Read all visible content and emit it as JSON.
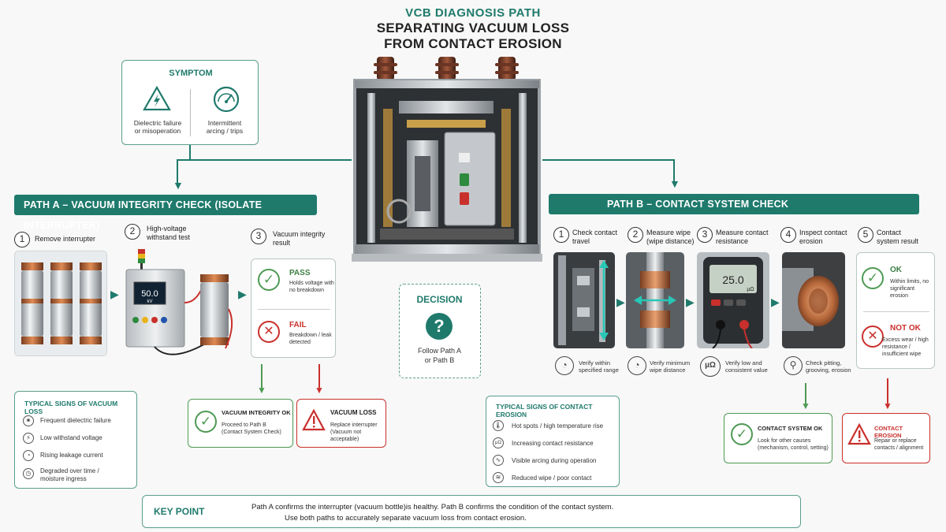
{
  "title": {
    "top": "VCB DIAGNOSIS PATH",
    "line1": "SEPARATING VACUUM LOSS",
    "line2": "FROM CONTACT EROSION"
  },
  "symptom": {
    "header": "SYMPTOM",
    "left_line1": "Dielectric failure",
    "left_line2": "or misoperation",
    "right_line1": "Intermittent",
    "right_line2": "arcing / trips"
  },
  "path_a": {
    "banner": "PATH A – VACUUM INTEGRITY CHECK (ISOLATE INTERRUPTER)",
    "step1_num": "1",
    "step1_label": "Remove interrupter",
    "step2_num": "2",
    "step2_label": "High-voltage withstand test",
    "step3_num": "3",
    "step3_label": "Vacuum integrity result",
    "meter_value": "50.0",
    "meter_unit": "kV",
    "pass_title": "PASS",
    "pass_desc": "Holds voltage with no breakdown",
    "fail_title": "FAIL",
    "fail_desc": "Breakdown / leak detected",
    "ok_title": "VACUUM INTEGRITY OK",
    "ok_desc1": "Proceed to Path B",
    "ok_desc2": "(Contact System Check)",
    "loss_title": "VACUUM LOSS",
    "loss_desc1": "Replace interrupter",
    "loss_desc2": "(Vacuum not acceptable)"
  },
  "signs_vacuum": {
    "header": "TYPICAL SIGNS OF VACUUM LOSS",
    "items": [
      "Frequent dielectric failure",
      "Low withstand voltage",
      "Rising leakage current",
      "Degraded over time / moisture ingress"
    ]
  },
  "decision": {
    "header": "DECISION",
    "line1": "Follow Path A",
    "line2": "or Path B"
  },
  "path_b": {
    "banner": "PATH B – CONTACT SYSTEM CHECK",
    "steps": [
      {
        "num": "1",
        "label": "Check contact travel",
        "note": "Verify within specified range"
      },
      {
        "num": "2",
        "label": "Measure wipe (wipe distance)",
        "note": "Verify minimum wipe distance"
      },
      {
        "num": "3",
        "label": "Measure contact resistance",
        "note": "Verify low and consistent value"
      },
      {
        "num": "4",
        "label": "Inspect contact erosion",
        "note": "Check pitting, grooving, erosion"
      },
      {
        "num": "5",
        "label": "Contact system result",
        "note": ""
      }
    ],
    "ohm_value": "25.0",
    "ohm_unit": "µΩ",
    "ohm_symbol": "µΩ",
    "ok_title": "OK",
    "ok_desc": "Within limits, no significant erosion",
    "notok_title": "NOT OK",
    "notok_desc": "Excess wear / high resistance / insufficient wipe",
    "sys_ok_title": "CONTACT SYSTEM OK",
    "sys_ok_desc": "Look for other causes (mechanism, control, setting)",
    "erosion_title": "CONTACT EROSION",
    "erosion_desc": "Repair or replace contacts / alignment"
  },
  "signs_erosion": {
    "header": "TYPICAL SIGNS OF CONTACT EROSION",
    "items": [
      "Hot spots / high temperature rise",
      "Increasing contact resistance",
      "Visible arcing during operation",
      "Reduced wipe / poor contact"
    ]
  },
  "key_point": {
    "label": "KEY POINT",
    "line1": "Path A confirms the interrupter (vacuum bottle)is healthy. Path B confirms the condition of the contact system.",
    "line2": "Use both paths to accurately separate vacuum loss from contact erosion."
  },
  "colors": {
    "teal": "#1f7a6c",
    "green": "#4e9a53",
    "red": "#c9302c"
  }
}
